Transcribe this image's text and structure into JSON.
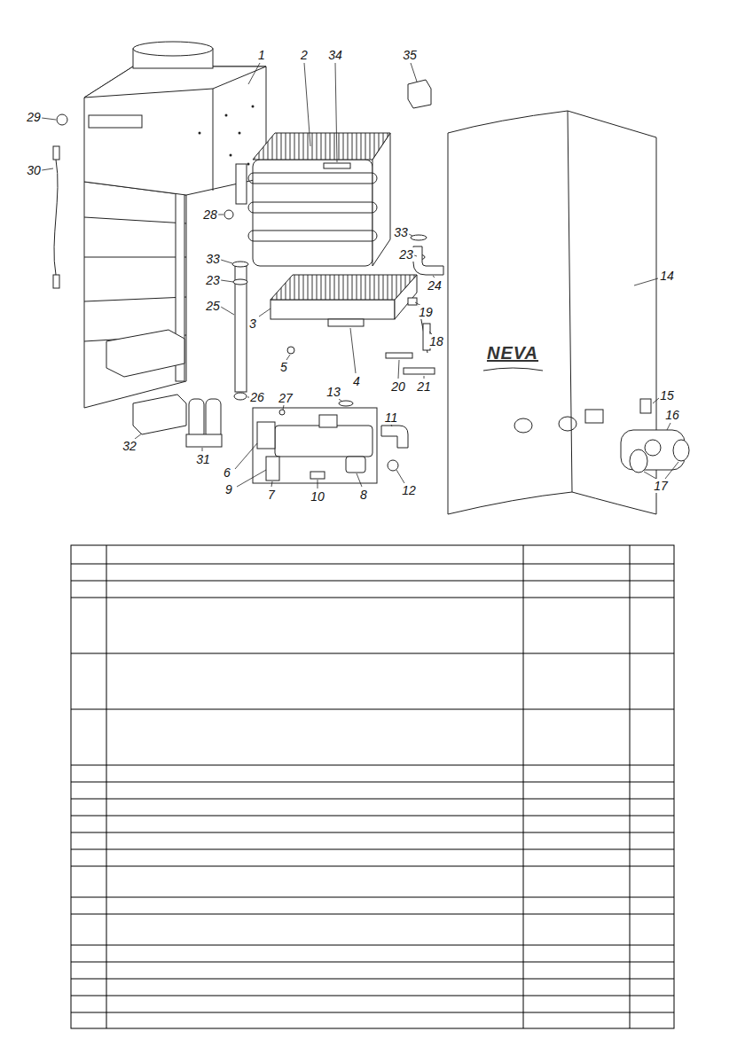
{
  "diagram": {
    "labels": [
      "1",
      "2",
      "34",
      "35",
      "29",
      "30",
      "28",
      "33",
      "23",
      "25",
      "33",
      "23",
      "24",
      "14",
      "3",
      "19",
      "18",
      "5",
      "4",
      "13",
      "20",
      "21",
      "11",
      "26",
      "27",
      "15",
      "16",
      "17",
      "6",
      "9",
      "7",
      "10",
      "8",
      "12",
      "32",
      "31",
      "NEVA"
    ]
  }
}
